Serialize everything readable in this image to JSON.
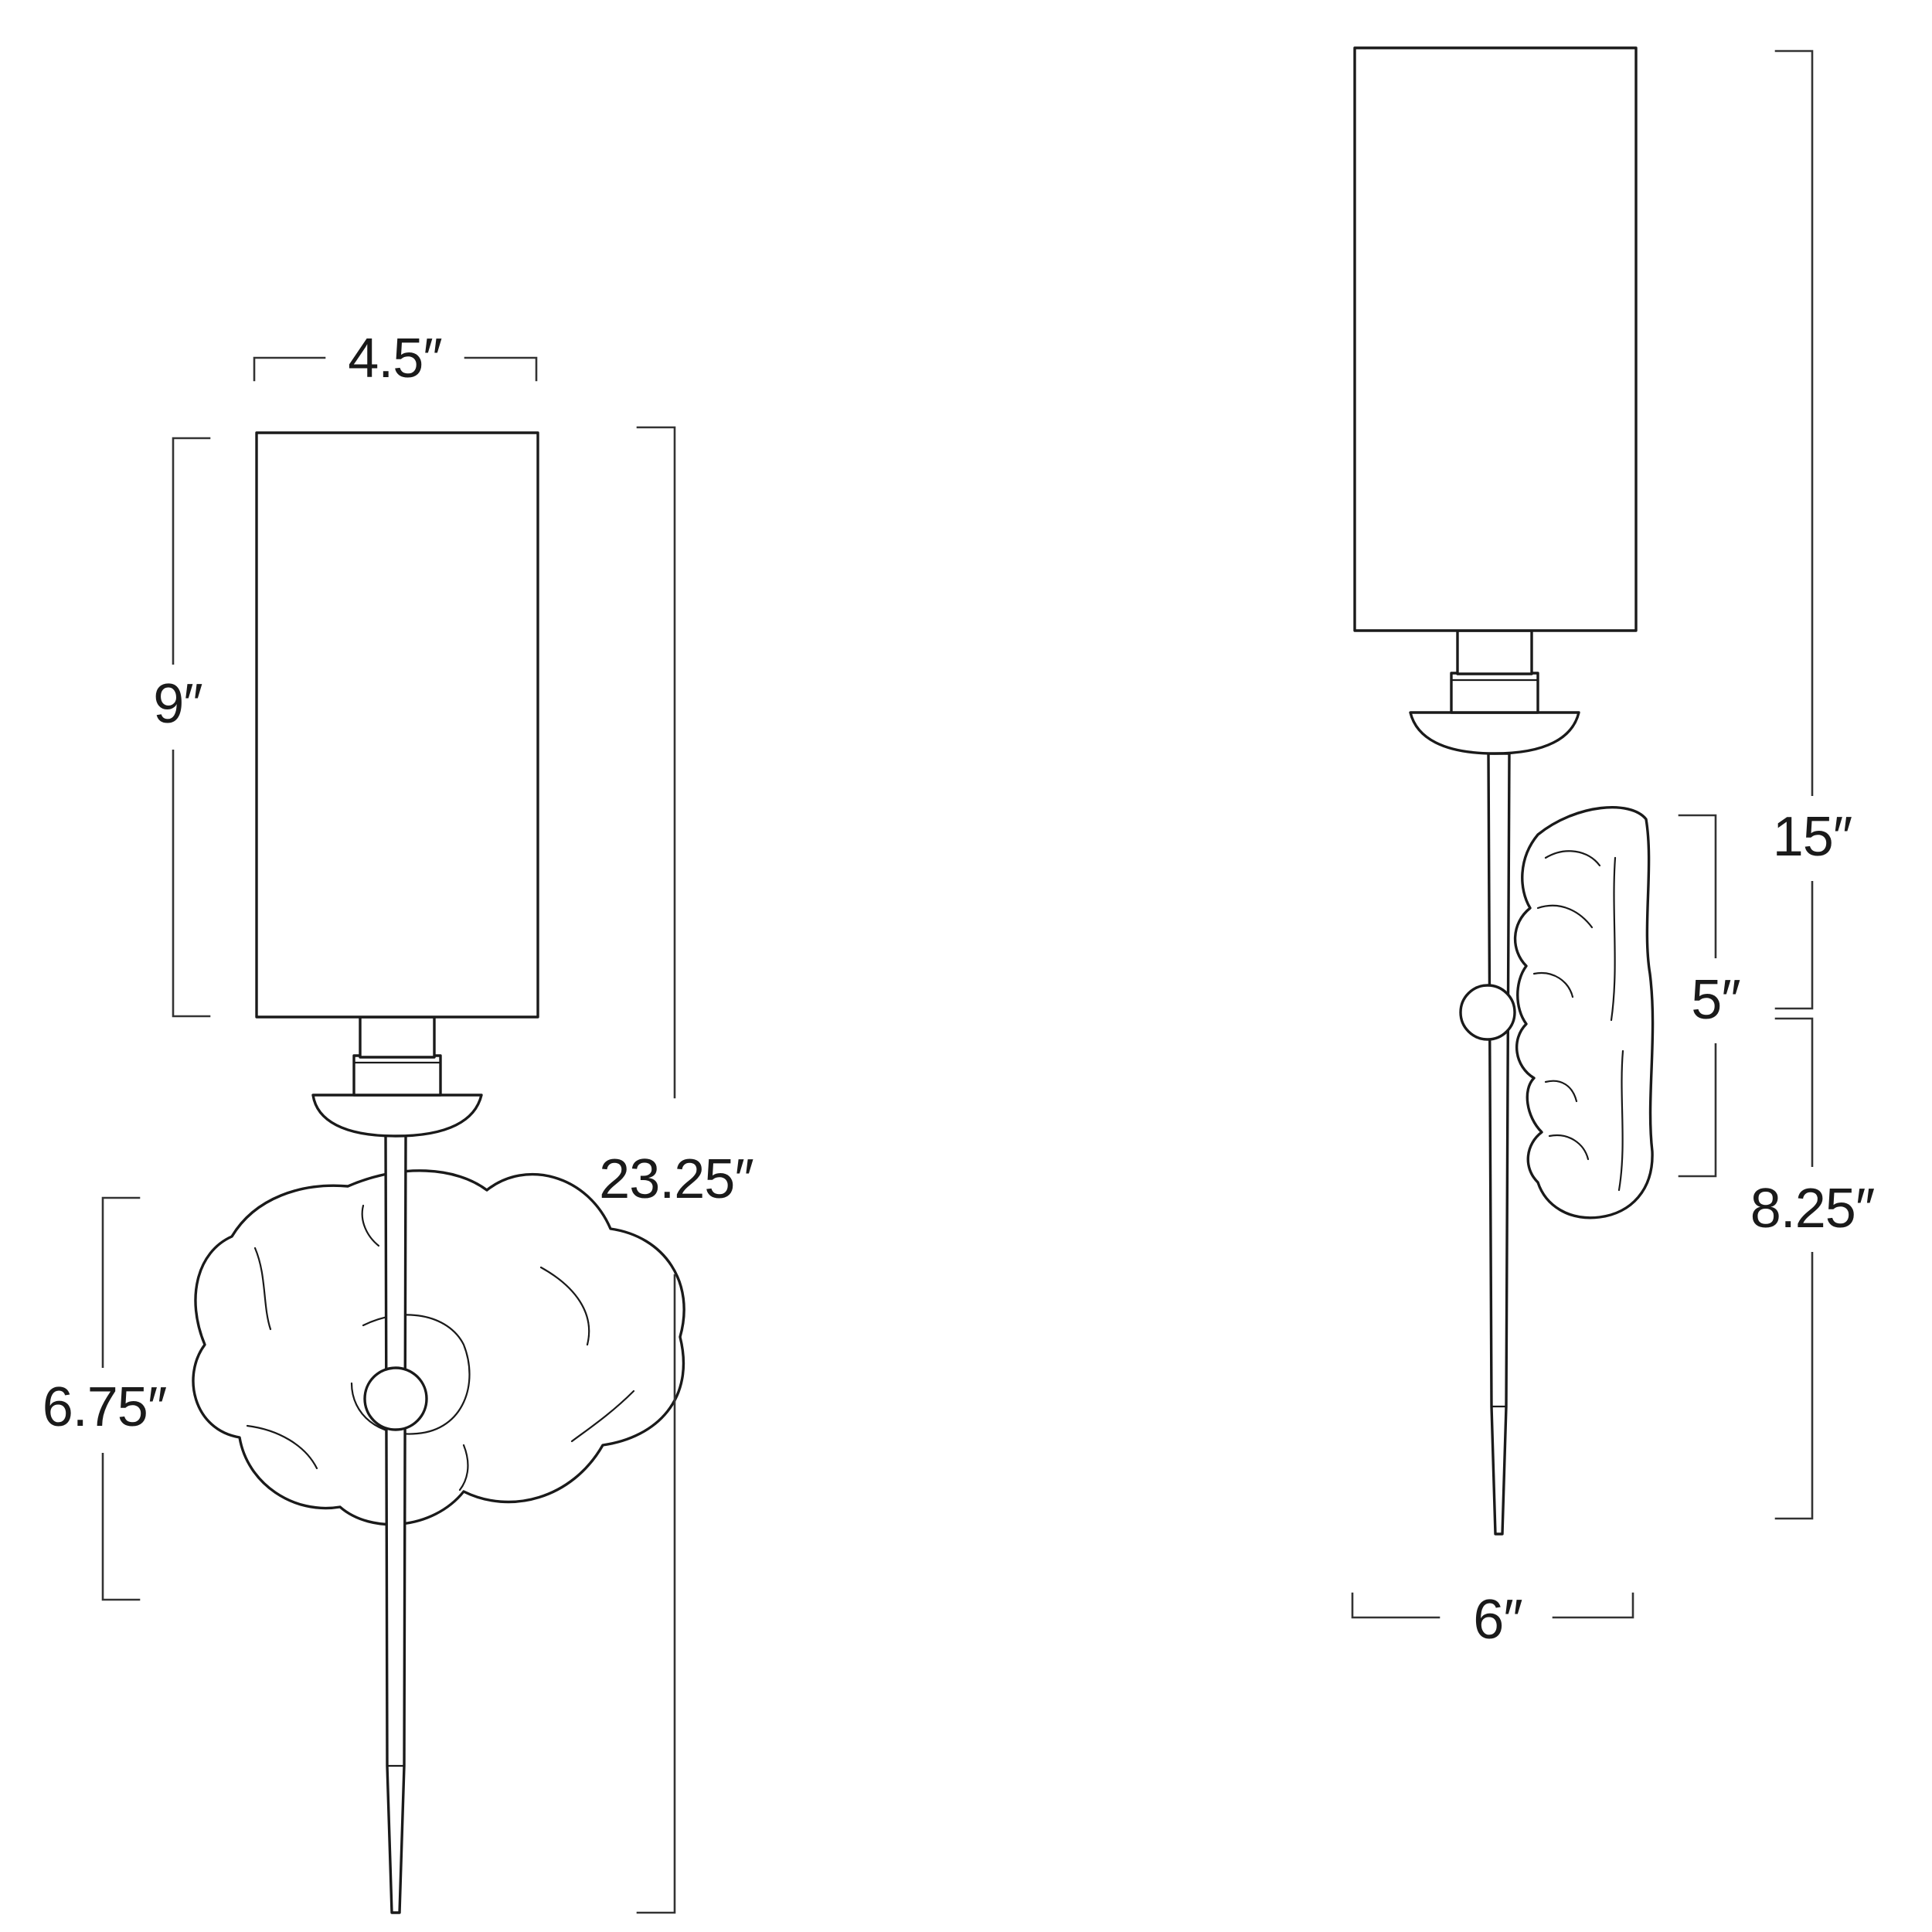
{
  "front_view": {
    "dimensions": {
      "shade_width": "4.5″",
      "shade_height": "9″",
      "overall_height": "23.25″",
      "backplate_height": "6.75″"
    }
  },
  "side_view": {
    "dimensions": {
      "overall_height": "15″",
      "backplate_height": "5″",
      "lower_height": "8.25″",
      "depth": "6″"
    }
  },
  "colors": {
    "line": "#1a1a1a",
    "background": "#ffffff"
  }
}
